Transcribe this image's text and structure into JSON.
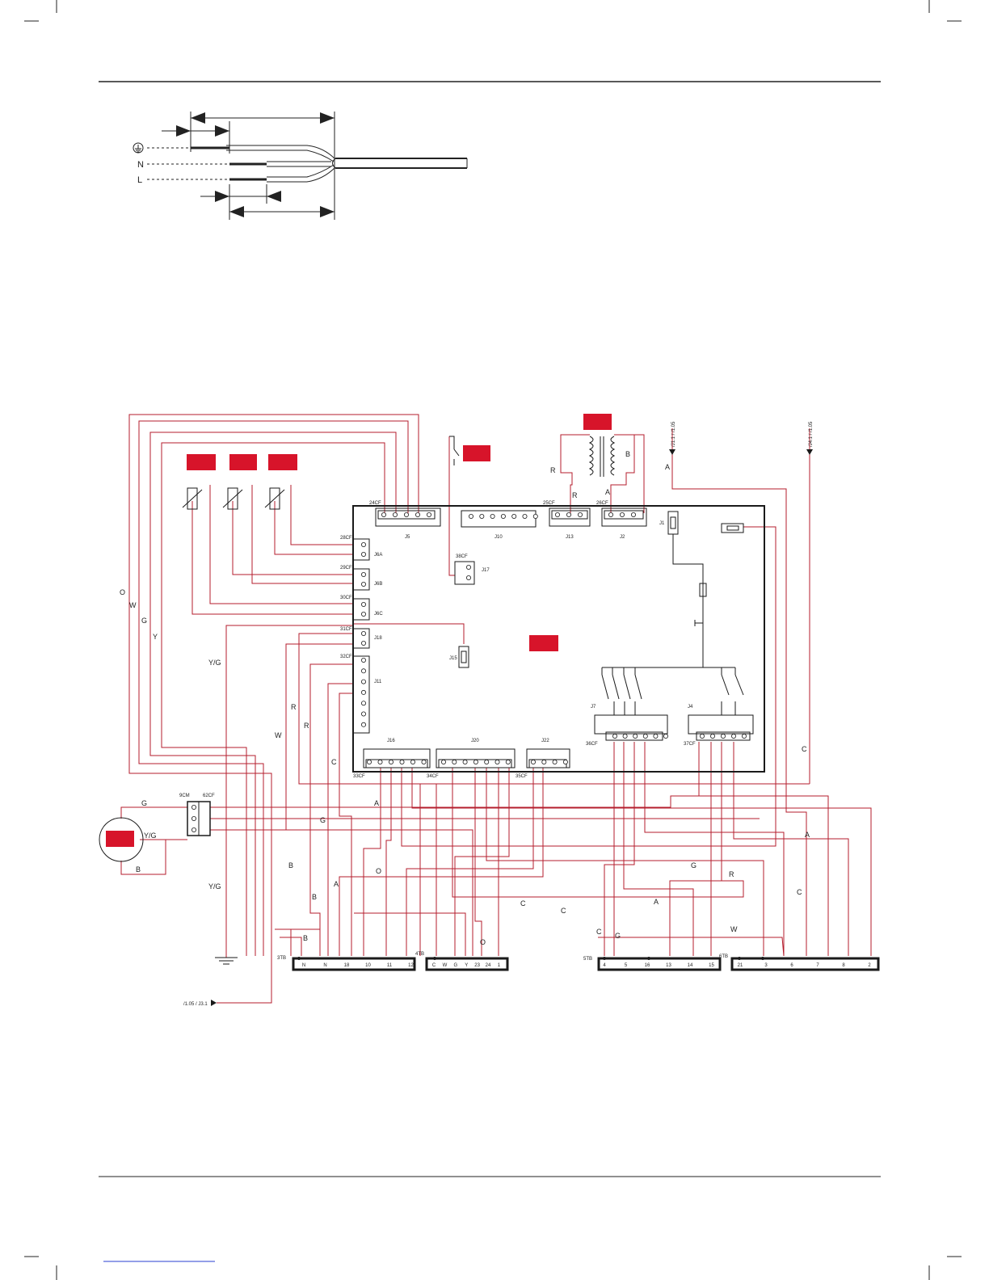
{
  "cable": {
    "labels": [
      "N",
      "L"
    ]
  },
  "controller": {
    "connectors": [
      {
        "id": "j5",
        "name": "J5",
        "ref": "24CF"
      },
      {
        "id": "j10",
        "name": "J10",
        "ref": ""
      },
      {
        "id": "j13",
        "name": "J13",
        "ref": "25CF"
      },
      {
        "id": "j2",
        "name": "J2",
        "ref": "26CF"
      },
      {
        "id": "j1",
        "name": "J1",
        "ref": ""
      },
      {
        "id": "j6a",
        "name": "J6A",
        "ref": "28CF"
      },
      {
        "id": "j6b",
        "name": "J6B",
        "ref": "29CF"
      },
      {
        "id": "j6c",
        "name": "J6C",
        "ref": "30CF"
      },
      {
        "id": "j18",
        "name": "J18",
        "ref": "31CF"
      },
      {
        "id": "j11",
        "name": "J11",
        "ref": "32CF"
      },
      {
        "id": "j17",
        "name": "J17",
        "ref": "38CF"
      },
      {
        "id": "j15",
        "name": "J15",
        "ref": ""
      },
      {
        "id": "j16",
        "name": "J16",
        "ref": "33CF"
      },
      {
        "id": "j20",
        "name": "J20",
        "ref": "34CF"
      },
      {
        "id": "j22",
        "name": "J22",
        "ref": "35CF"
      },
      {
        "id": "j7",
        "name": "J7",
        "ref": "36CF"
      },
      {
        "id": "j4",
        "name": "J4",
        "ref": "37CF"
      }
    ]
  },
  "refs": {
    "j11_ref": "/J1.1 / /1.05",
    "j41_ref": "/J4.1 / /1.05",
    "b_ref": "/1.05 / J3.1"
  },
  "wire_letters": {
    "O": "O",
    "W": "W",
    "G": "G",
    "Y": "Y",
    "YG": "Y/G",
    "R": "R",
    "B": "B",
    "C": "C",
    "A": "A"
  },
  "fan_block": {
    "cm": "9CM",
    "cf": "62CF"
  },
  "terminal_blocks": [
    {
      "id": "3tb",
      "name": "3TB",
      "terminals": [
        "N",
        "N",
        "18",
        "10",
        "11",
        "12"
      ]
    },
    {
      "id": "4tb",
      "name": "4TB",
      "terminals": [
        "C",
        "W",
        "G",
        "Y",
        "23",
        "24",
        "1"
      ]
    },
    {
      "id": "5tb",
      "name": "5TB",
      "terminals": [
        "4",
        "5",
        "16",
        "13",
        "14",
        "15"
      ]
    },
    {
      "id": "6tb",
      "name": "6TB",
      "terminals": [
        "21",
        "3",
        "6",
        "7",
        "8",
        "2"
      ]
    }
  ],
  "colors": {
    "wire": "#b41e2d",
    "label": "#d7142a",
    "ink": "#1a1a1a"
  }
}
